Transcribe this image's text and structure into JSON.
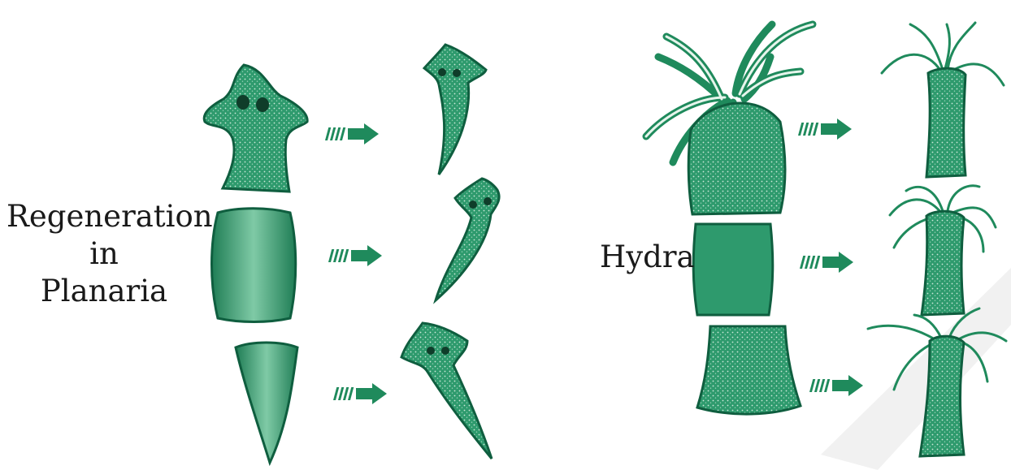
{
  "planaria_caption": {
    "line1": "Regeneration",
    "line2": "in",
    "line3": "Planaria"
  },
  "hydra_caption": "Hydra",
  "colors": {
    "fill": "#2e9a6d",
    "fill_light": "#7fcaa6",
    "stroke": "#0f5e3f",
    "arrow": "#1f8a5c",
    "watermark": "#f1f1f1"
  }
}
